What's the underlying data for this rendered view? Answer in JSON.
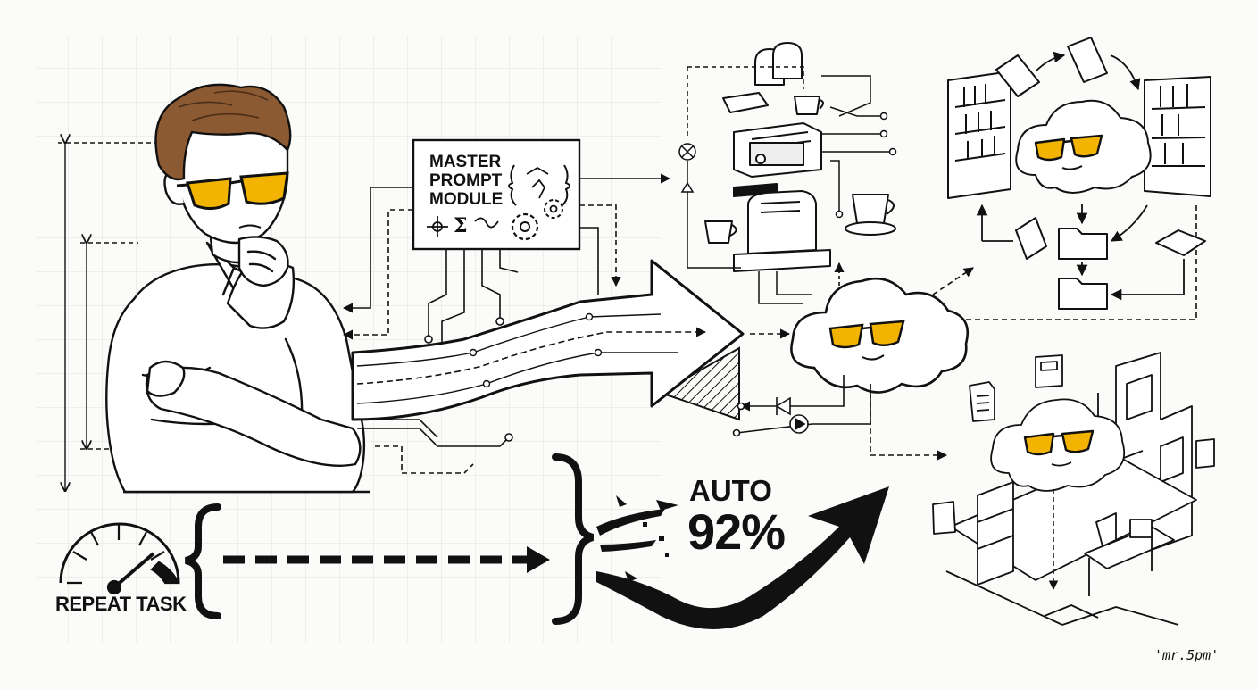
{
  "labels": {
    "module_title": [
      "MASTER",
      "PROMPT",
      "MODULE"
    ],
    "module_symbols": "Σ",
    "auto": "AUTO",
    "percent": "92%",
    "repeat_task": "REPEAT TASK",
    "signature": "'mr.5pm'"
  },
  "metrics": {
    "automation_percent": 92,
    "gauge_level": 0.8
  },
  "icons": [
    "thinking-man",
    "master-prompt-module",
    "circuit-arrow",
    "cloud-sunglasses",
    "coffee-machine",
    "toaster",
    "coffee-cup",
    "bread",
    "bookshelf",
    "book",
    "folder",
    "office-isometric",
    "gauge",
    "curly-brace",
    "growth-arrow"
  ],
  "colors": {
    "ink": "#111111",
    "lens": "#f2b400",
    "paper": "#fbfbf9",
    "grid": "#e2e2de"
  }
}
